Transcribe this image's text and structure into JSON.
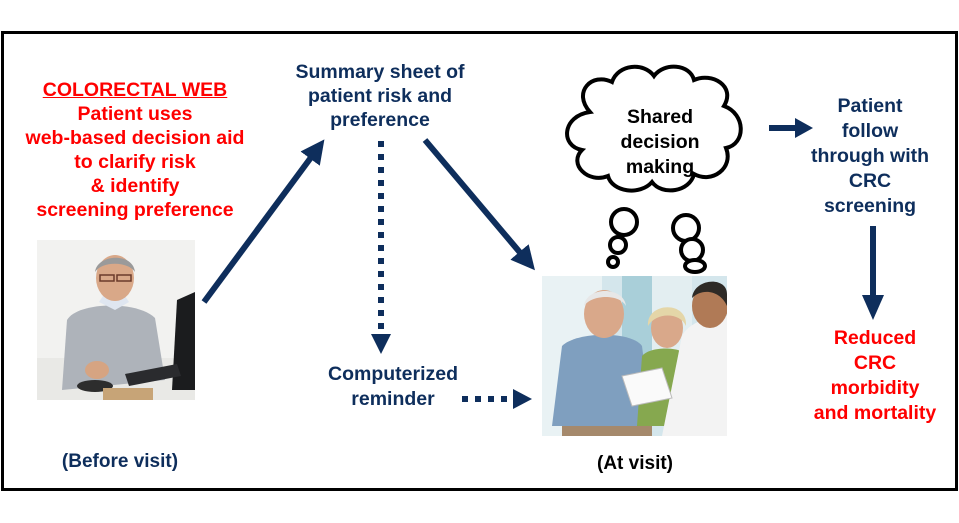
{
  "colors": {
    "navy": "#0e2e5c",
    "red": "#ff0000",
    "black": "#000000"
  },
  "colorectal_web": {
    "title": "COLORECTAL WEB",
    "lines": [
      "Patient uses",
      "web-based decision aid",
      "to clarify risk",
      "& identify",
      "screening preference"
    ]
  },
  "summary_sheet": {
    "lines": [
      "Summary sheet of",
      "patient risk and",
      "preference"
    ]
  },
  "shared_decision": {
    "lines": [
      "Shared",
      "decision",
      "making"
    ]
  },
  "follow_through": {
    "lines": [
      "Patient",
      "follow",
      "through with",
      "CRC",
      "screening"
    ]
  },
  "outcome": {
    "lines": [
      "Reduced",
      "CRC",
      "morbidity",
      "and mortality"
    ]
  },
  "reminder": {
    "lines": [
      "Computerized",
      "reminder"
    ]
  },
  "photos": {
    "before": {
      "caption": "(Before visit)",
      "subject": "man-at-computer-photo"
    },
    "at": {
      "caption": "(At visit)",
      "subject": "patients-with-doctor-photo"
    }
  }
}
